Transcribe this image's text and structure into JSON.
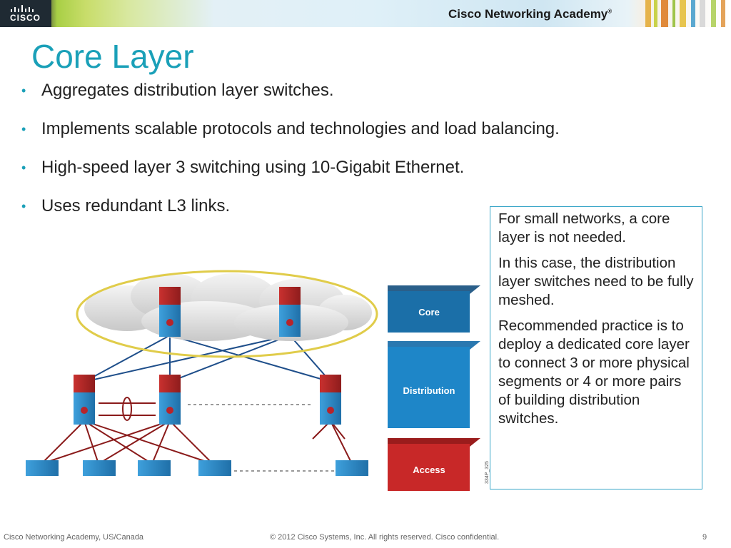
{
  "header": {
    "brand": "CISCO",
    "academy": "Cisco Networking Academy",
    "academy_mark": "®"
  },
  "slide": {
    "title": "Core Layer",
    "bullets": [
      "Aggregates distribution layer switches.",
      "Implements scalable protocols and technologies and load balancing.",
      "High-speed layer 3 switching using 10-Gigabit Ethernet.",
      "Uses redundant L3 links."
    ],
    "note": [
      "For small networks, a core layer is not needed.",
      "In this case, the distribution layer switches need to be fully meshed.",
      "Recommended practice is to deploy a dedicated core layer to connect 3 or more physical segments or 4 or more pairs of building distribution switches."
    ]
  },
  "diagram": {
    "layers": [
      "Core",
      "Distribution",
      "Access"
    ],
    "figure_id": "334P_325"
  },
  "footer": {
    "left": "Cisco Networking Academy, US/Canada",
    "center": "© 2012 Cisco Systems, Inc. All rights reserved. Cisco confidential.",
    "page": "9"
  },
  "colors": {
    "title": "#1aa0b8",
    "core": "#1b6fa8",
    "distribution": "#1e86c8",
    "access": "#c82828",
    "router_red": "#b8242a",
    "switch_blue": "#2f8fd0",
    "ellipse": "#e0cc4a"
  }
}
